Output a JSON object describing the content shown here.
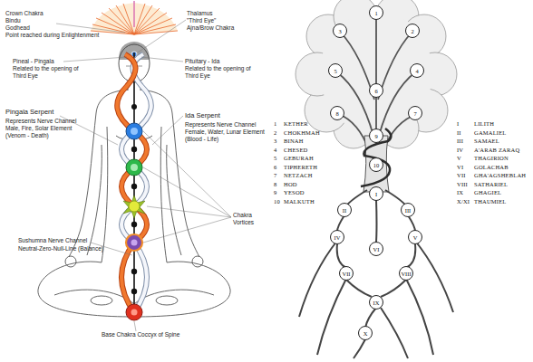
{
  "diagram": {
    "nodes": [
      {
        "text": [
          "1"
        ]
      },
      {
        "text": [
          "2"
        ]
      },
      {
        "text": [
          "3"
        ]
      },
      {
        "text": [
          "4"
        ]
      },
      {
        "text": [
          "5"
        ]
      },
      {
        "text": [
          "6"
        ]
      },
      {
        "text": [
          "7"
        ]
      },
      {
        "text": [
          "8"
        ]
      },
      {
        "text": [
          "9"
        ]
      },
      {
        "text": [
          "10"
        ]
      },
      {
        "text": [
          "I"
        ]
      },
      {
        "text": [
          "II"
        ]
      },
      {
        "text": [
          "III"
        ]
      },
      {
        "text": [
          "IV"
        ]
      },
      {
        "text": [
          "V"
        ]
      },
      {
        "text": [
          "VI"
        ]
      },
      {
        "text": [
          "VII"
        ]
      },
      {
        "text": [
          "VIII"
        ]
      },
      {
        "text": [
          "IX"
        ]
      },
      {
        "text": [
          "X"
        ]
      }
    ],
    "labels": [
      "Crown Chakra",
      "Bindu",
      "Godhead",
      "Point reached during Enlightenment",
      "Thalamus",
      "\"Third Eye\"",
      "Ajna/Brow Chakra",
      "Pineal - Pingala",
      "Related to the opening of Third Eye",
      "Pituitary - Ida",
      "Related to the opening of Third Eye",
      "Pingala Serpent",
      "Represents Nerve Channel",
      "Male, Fire, Solar Element",
      "(Venom - Death)",
      "Ida Serpent",
      "Represents Nerve Channel",
      "Female, Water, Lunar Element",
      "(Blood - Life)",
      "Chakra Vortices",
      "Sushumna Nerve Channel",
      "Neutral-Zero-Null-Line (Balance)",
      "Base Chakra Coccyx of Spine",
      "1",
      "KETHER",
      "2",
      "CHOKHMAH",
      "3",
      "BINAH",
      "4",
      "CHESED",
      "5",
      "GEBURAH",
      "6",
      "TIPHERETH",
      "7",
      "NETZACH",
      "8",
      "HOD",
      "9",
      "YESOD",
      "10",
      "MALKUTH",
      "I",
      "LILITH",
      "II",
      "GAMALIEL",
      "III",
      "SAMAEL",
      "IV",
      "A'ARAB ZARAQ",
      "V",
      "THAGIRION",
      "VI",
      "GOLACHAB",
      "VII",
      "GHA'AGSHEBLAH",
      "VIII",
      "SATHARIEL",
      "IX",
      "GHAGIEL",
      "X/XI",
      "THAUMIEL"
    ]
  }
}
